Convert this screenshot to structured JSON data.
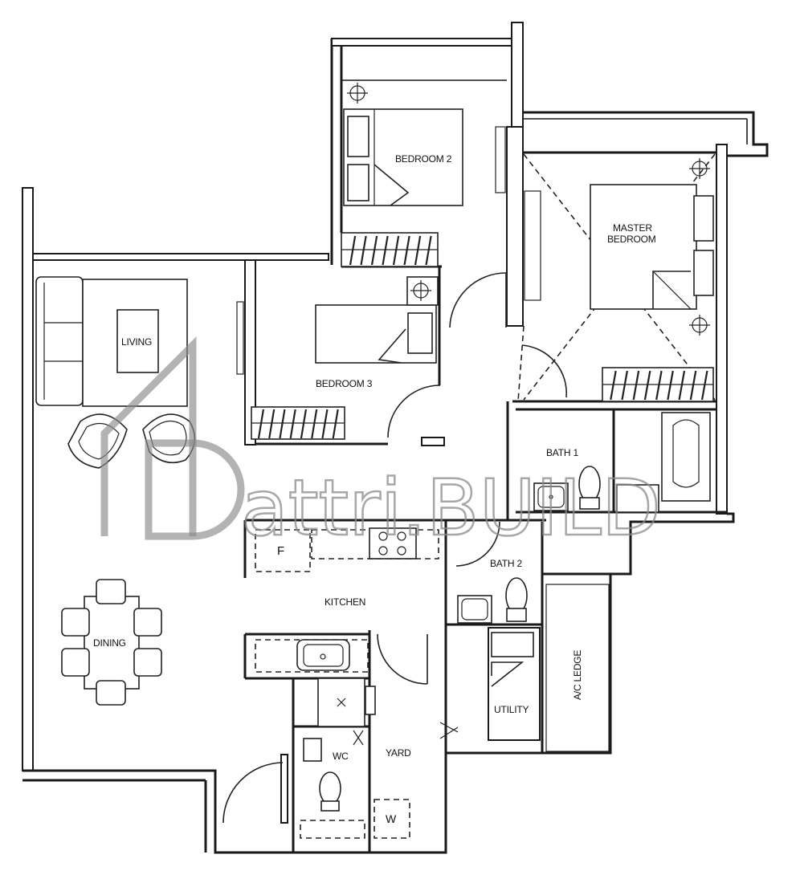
{
  "rooms": {
    "bedroom2": "BEDROOM 2",
    "master_line1": "MASTER",
    "master_line2": "BEDROOM",
    "living": "LIVING",
    "bedroom3": "BEDROOM 3",
    "bath1": "BATH 1",
    "bath2": "BATH 2",
    "kitchen": "KITCHEN",
    "dining": "DINING",
    "wc": "WC",
    "yard": "YARD",
    "utility": "UTILITY",
    "ac_ledge": "A/C LEDGE"
  },
  "appliances": {
    "fridge": "F",
    "washer": "W"
  },
  "watermark": {
    "text": "attri.BUILD"
  }
}
